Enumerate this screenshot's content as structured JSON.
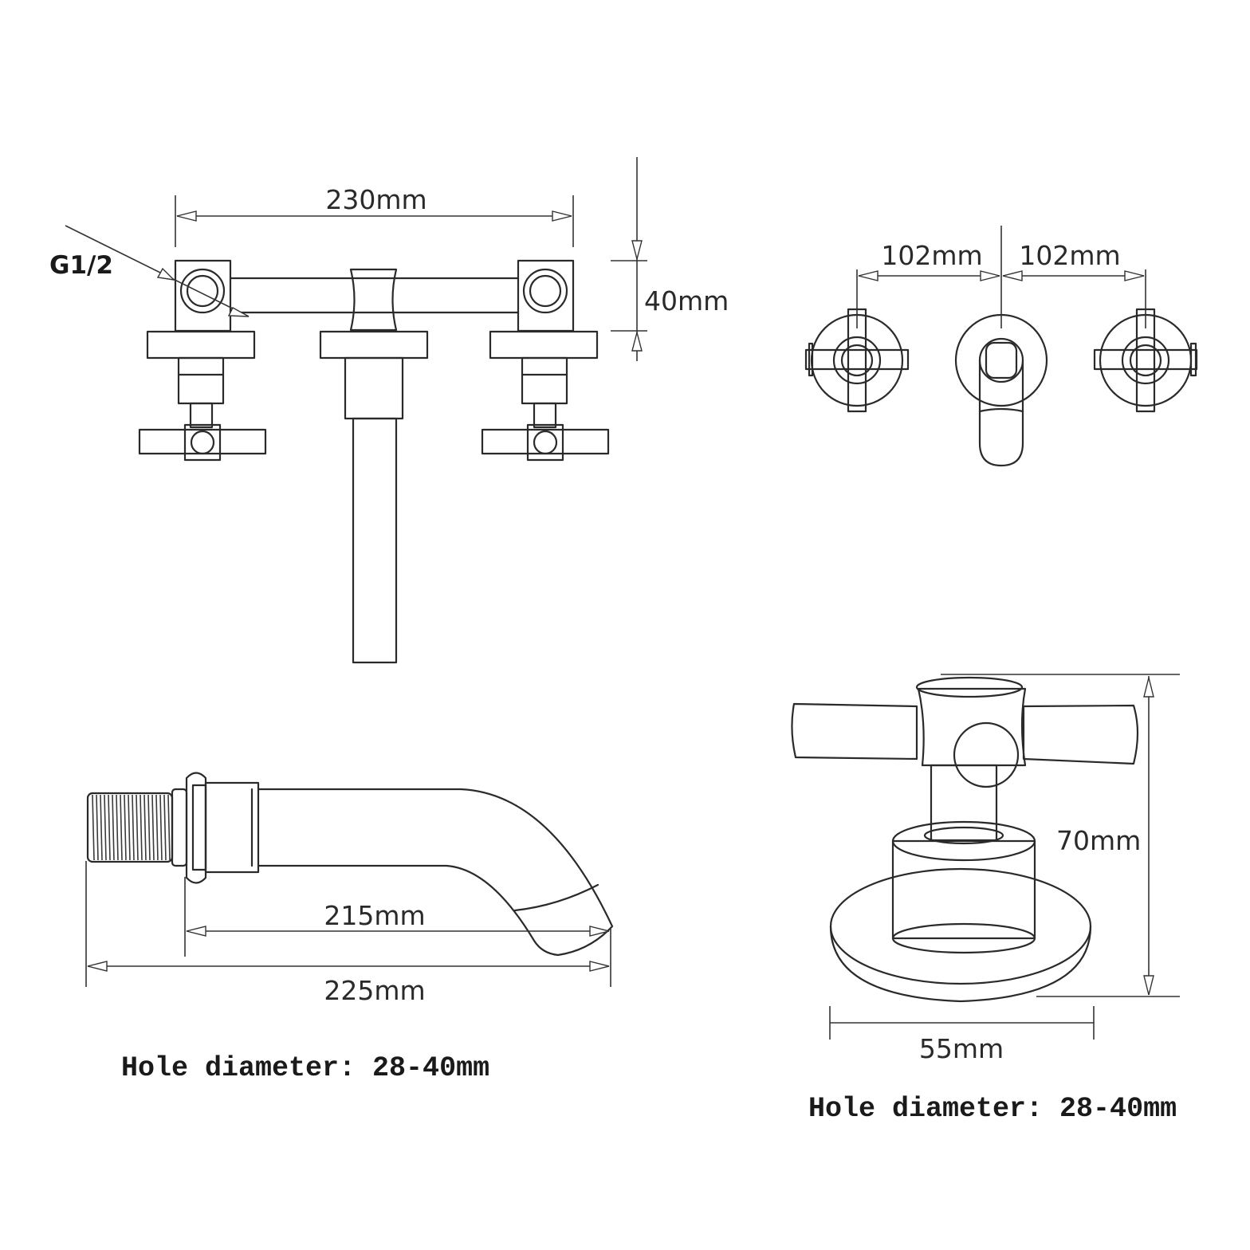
{
  "front_view": {
    "width_label": "230mm",
    "thread_label": "G1/2",
    "height_label": "40mm"
  },
  "top_view": {
    "spacing_left_label": "102mm",
    "spacing_right_label": "102mm"
  },
  "spout_view": {
    "inner_length_label": "215mm",
    "total_length_label": "225mm",
    "note": "Hole diameter: 28-40mm"
  },
  "handle_view": {
    "height_label": "70mm",
    "base_width_label": "55mm",
    "note": "Hole diameter: 28-40mm"
  }
}
